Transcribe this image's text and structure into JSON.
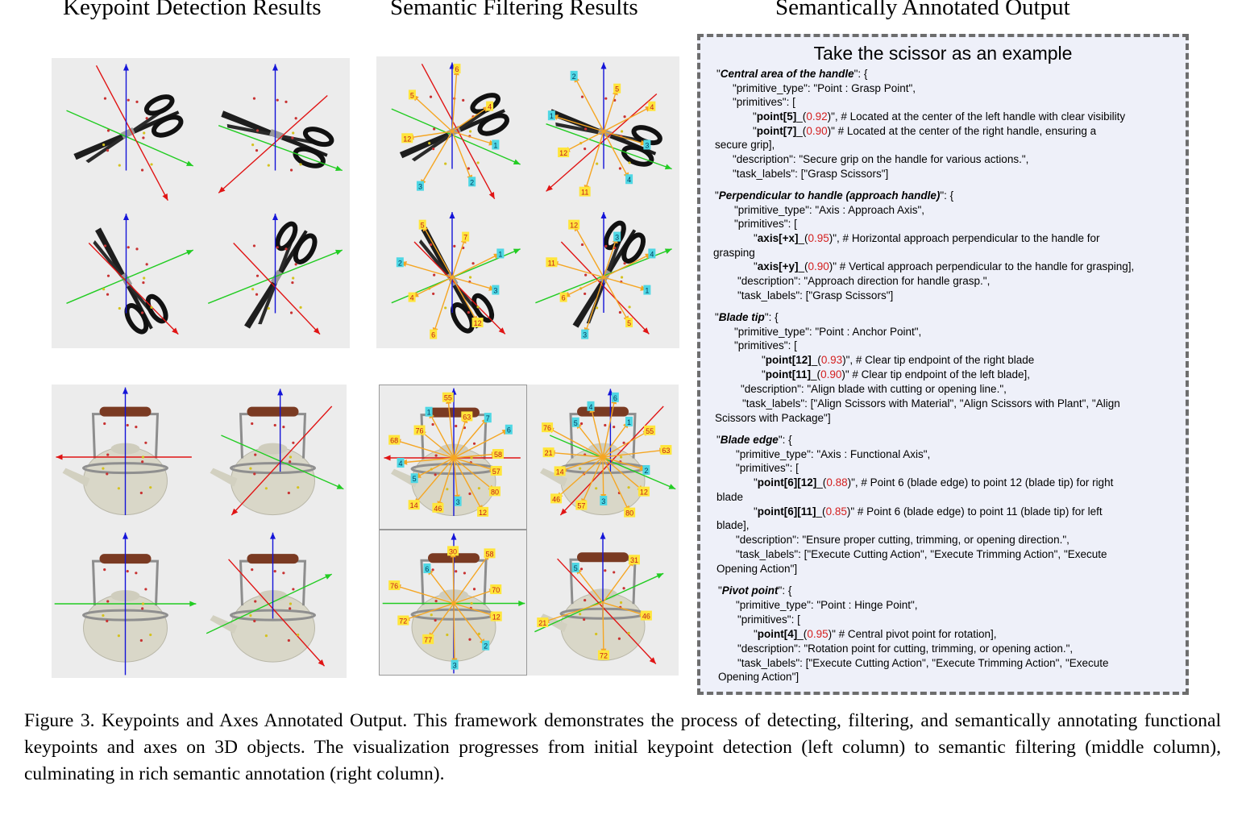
{
  "column_titles": {
    "left": "Keypoint Detection Results",
    "middle": "Semantic Filtering Results",
    "right": "Semantically Annotated Output"
  },
  "annotation": {
    "title": "Take the scissor as an example",
    "lines": [
      {
        "segs": [
          {
            "t": "\""
          },
          {
            "t": "Central area of the handle",
            "s": "key"
          },
          {
            "t": "\": {"
          }
        ]
      },
      {
        "segs": [
          {
            "t": "\"primitive_type\": \"Point : Grasp Point\","
          }
        ]
      },
      {
        "segs": [
          {
            "t": "\"primitives\": ["
          }
        ]
      },
      {
        "segs": [
          {
            "t": "\""
          },
          {
            "t": "point[5]",
            "s": "b"
          },
          {
            "t": "_("
          },
          {
            "t": "0.92",
            "s": "c"
          },
          {
            "t": ")\",  # Located at the center of the left handle with clear visibility"
          }
        ]
      },
      {
        "segs": [
          {
            "t": "\""
          },
          {
            "t": "point[7]",
            "s": "b"
          },
          {
            "t": "_("
          },
          {
            "t": "0.90",
            "s": "c"
          },
          {
            "t": ")\"   # Located at the center of the right handle, ensuring a"
          }
        ]
      },
      {
        "segs": [
          {
            "t": "secure grip],"
          }
        ]
      },
      {
        "segs": [
          {
            "t": "\"description\": \"Secure grip on the handle for various actions.\","
          }
        ]
      },
      {
        "segs": [
          {
            "t": "\"task_labels\": [\"Grasp Scissors\"]"
          }
        ]
      },
      {
        "segs": [
          {
            "t": "\""
          },
          {
            "t": "Perpendicular to handle (approach handle)",
            "s": "key"
          },
          {
            "t": "\": {"
          }
        ]
      },
      {
        "segs": [
          {
            "t": "\"primitive_type\": \"Axis : Approach Axis\","
          }
        ]
      },
      {
        "segs": [
          {
            "t": "\"primitives\": ["
          }
        ]
      },
      {
        "segs": [
          {
            "t": "\""
          },
          {
            "t": "axis[+x]",
            "s": "b"
          },
          {
            "t": "_("
          },
          {
            "t": "0.95",
            "s": "c"
          },
          {
            "t": ")\",  # Horizontal approach perpendicular to the handle for"
          }
        ]
      },
      {
        "segs": [
          {
            "t": "grasping"
          }
        ]
      },
      {
        "segs": [
          {
            "t": "\""
          },
          {
            "t": "axis[+y]",
            "s": "b"
          },
          {
            "t": "_("
          },
          {
            "t": "0.90",
            "s": "c"
          },
          {
            "t": ")\"   # Vertical approach perpendicular to the handle for grasping],"
          }
        ]
      },
      {
        "segs": [
          {
            "t": "\"description\": \"Approach direction for handle grasp.\","
          }
        ]
      },
      {
        "segs": [
          {
            "t": "\"task_labels\": [\"Grasp Scissors\"]"
          }
        ]
      },
      {
        "segs": [
          {
            "t": "\""
          },
          {
            "t": "Blade tip",
            "s": "key"
          },
          {
            "t": "\": {"
          }
        ]
      },
      {
        "segs": [
          {
            "t": "\"primitive_type\": \"Point : Anchor Point\","
          }
        ]
      },
      {
        "segs": [
          {
            "t": "\"primitives\": ["
          }
        ]
      },
      {
        "segs": [
          {
            "t": "\""
          },
          {
            "t": "point[12]",
            "s": "b"
          },
          {
            "t": "_("
          },
          {
            "t": "0.93",
            "s": "c"
          },
          {
            "t": ")\",  # Clear tip endpoint of the right blade"
          }
        ]
      },
      {
        "segs": [
          {
            "t": "\""
          },
          {
            "t": "point[11]",
            "s": "b"
          },
          {
            "t": "_("
          },
          {
            "t": "0.90",
            "s": "c"
          },
          {
            "t": ")\"   # Clear tip endpoint of the left blade],"
          }
        ]
      },
      {
        "segs": [
          {
            "t": "\"description\": \"Align blade with cutting or opening line.\","
          }
        ]
      },
      {
        "segs": [
          {
            "t": "\"task_labels\": [\"Align Scissors with Material\", \"Align Scissors with Plant\", \"Align"
          }
        ]
      },
      {
        "segs": [
          {
            "t": "Scissors with Package\"]"
          }
        ]
      },
      {
        "segs": [
          {
            "t": "\""
          },
          {
            "t": "Blade edge",
            "s": "key"
          },
          {
            "t": "\": {"
          }
        ]
      },
      {
        "segs": [
          {
            "t": "\"primitive_type\": \"Axis : Functional Axis\","
          }
        ]
      },
      {
        "segs": [
          {
            "t": "\"primitives\": ["
          }
        ]
      },
      {
        "segs": [
          {
            "t": "\""
          },
          {
            "t": "point[6][12]",
            "s": "b"
          },
          {
            "t": "_("
          },
          {
            "t": "0.88",
            "s": "c"
          },
          {
            "t": ")\",  # Point 6 (blade edge) to point 12 (blade tip) for right"
          }
        ]
      },
      {
        "segs": [
          {
            "t": "blade"
          }
        ]
      },
      {
        "segs": [
          {
            "t": "\""
          },
          {
            "t": "point[6][11]",
            "s": "b"
          },
          {
            "t": "_("
          },
          {
            "t": "0.85",
            "s": "c"
          },
          {
            "t": ")\"   # Point 6 (blade edge) to point 11 (blade tip) for left"
          }
        ]
      },
      {
        "segs": [
          {
            "t": "blade],"
          }
        ]
      },
      {
        "segs": [
          {
            "t": "\"description\": \"Ensure proper cutting, trimming, or opening direction.\","
          }
        ]
      },
      {
        "segs": [
          {
            "t": "\"task_labels\": [\"Execute Cutting Action\", \"Execute Trimming Action\", \"Execute"
          }
        ]
      },
      {
        "segs": [
          {
            "t": "Opening Action\"]"
          }
        ]
      },
      {
        "segs": [
          {
            "t": "\""
          },
          {
            "t": "Pivot point",
            "s": "key"
          },
          {
            "t": "\": {"
          }
        ]
      },
      {
        "segs": [
          {
            "t": "\"primitive_type\": \"Point : Hinge Point\","
          }
        ]
      },
      {
        "segs": [
          {
            "t": "\"primitives\": ["
          }
        ]
      },
      {
        "segs": [
          {
            "t": "\""
          },
          {
            "t": "point[4]",
            "s": "b"
          },
          {
            "t": "_("
          },
          {
            "t": "0.95",
            "s": "c"
          },
          {
            "t": ")\"  # Central pivot point for rotation],"
          }
        ]
      },
      {
        "segs": [
          {
            "t": "\"description\": \"Rotation point for cutting, trimming, or opening action.\","
          }
        ]
      },
      {
        "segs": [
          {
            "t": "\"task_labels\": [\"Execute Cutting Action\", \"Execute Trimming Action\", \"Execute"
          }
        ]
      },
      {
        "segs": [
          {
            "t": "Opening Action\"]"
          }
        ]
      }
    ]
  },
  "panel_labels": {
    "m_s1": [
      {
        "t": "1",
        "k": "c"
      },
      {
        "t": "2",
        "k": "c"
      },
      {
        "t": "3",
        "k": "c"
      },
      {
        "t": "12",
        "k": "y"
      },
      {
        "t": "5",
        "k": "y"
      },
      {
        "t": "6",
        "k": "y"
      },
      {
        "t": "4",
        "k": "y"
      }
    ],
    "m_s2": [
      {
        "t": "3",
        "k": "c"
      },
      {
        "t": "4",
        "k": "c"
      },
      {
        "t": "11",
        "k": "y"
      },
      {
        "t": "12",
        "k": "y"
      },
      {
        "t": "1",
        "k": "c"
      },
      {
        "t": "2",
        "k": "c"
      },
      {
        "t": "5",
        "k": "y"
      },
      {
        "t": "4",
        "k": "y"
      }
    ],
    "m_s3": [
      {
        "t": "3",
        "k": "c"
      },
      {
        "t": "12",
        "k": "y"
      },
      {
        "t": "6",
        "k": "y"
      },
      {
        "t": "4",
        "k": "y"
      },
      {
        "t": "2",
        "k": "c"
      },
      {
        "t": "5",
        "k": "y"
      },
      {
        "t": "7",
        "k": "y"
      },
      {
        "t": "1",
        "k": "c"
      }
    ],
    "m_s4": [
      {
        "t": "1",
        "k": "c"
      },
      {
        "t": "5",
        "k": "y"
      },
      {
        "t": "3",
        "k": "c"
      },
      {
        "t": "6",
        "k": "y"
      },
      {
        "t": "11",
        "k": "y"
      },
      {
        "t": "12",
        "k": "y"
      },
      {
        "t": "3",
        "k": "c"
      },
      {
        "t": "4",
        "k": "c"
      }
    ],
    "m_k1": [
      {
        "t": "57",
        "k": "y"
      },
      {
        "t": "80",
        "k": "y"
      },
      {
        "t": "12",
        "k": "y"
      },
      {
        "t": "3",
        "k": "c"
      },
      {
        "t": "46",
        "k": "y"
      },
      {
        "t": "14",
        "k": "y"
      },
      {
        "t": "5",
        "k": "c"
      },
      {
        "t": "4",
        "k": "c"
      },
      {
        "t": "68",
        "k": "y"
      },
      {
        "t": "76",
        "k": "y"
      },
      {
        "t": "1",
        "k": "c"
      },
      {
        "t": "55",
        "k": "y"
      },
      {
        "t": "63",
        "k": "y"
      },
      {
        "t": "7",
        "k": "c"
      },
      {
        "t": "6",
        "k": "c"
      },
      {
        "t": "58",
        "k": "y"
      }
    ],
    "m_k2": [
      {
        "t": "2",
        "k": "c"
      },
      {
        "t": "12",
        "k": "y"
      },
      {
        "t": "80",
        "k": "y"
      },
      {
        "t": "3",
        "k": "c"
      },
      {
        "t": "57",
        "k": "y"
      },
      {
        "t": "46",
        "k": "y"
      },
      {
        "t": "14",
        "k": "y"
      },
      {
        "t": "21",
        "k": "y"
      },
      {
        "t": "76",
        "k": "y"
      },
      {
        "t": "5",
        "k": "c"
      },
      {
        "t": "4",
        "k": "c"
      },
      {
        "t": "6",
        "k": "c"
      },
      {
        "t": "1",
        "k": "c"
      },
      {
        "t": "55",
        "k": "y"
      },
      {
        "t": "63",
        "k": "y"
      }
    ],
    "m_k3": [
      {
        "t": "12",
        "k": "y"
      },
      {
        "t": "2",
        "k": "c"
      },
      {
        "t": "3",
        "k": "c"
      },
      {
        "t": "77",
        "k": "y"
      },
      {
        "t": "72",
        "k": "y"
      },
      {
        "t": "76",
        "k": "y"
      },
      {
        "t": "6",
        "k": "c"
      },
      {
        "t": "30",
        "k": "y"
      },
      {
        "t": "58",
        "k": "y"
      },
      {
        "t": "70",
        "k": "y"
      }
    ],
    "m_k4": [
      {
        "t": "46",
        "k": "y"
      },
      {
        "t": "72",
        "k": "y"
      },
      {
        "t": "21",
        "k": "y"
      },
      {
        "t": "5",
        "k": "c"
      },
      {
        "t": "31",
        "k": "y"
      }
    ]
  },
  "caption": "Figure 3.  Keypoints and Axes Annotated Output.  This framework demonstrates the process of detecting, filtering, and semantically annotating functional keypoints and axes on 3D objects.  The visualization progresses from initial keypoint detection (left column) to semantic filtering (middle column), culminating in rich semantic annotation (right column).",
  "colors": {
    "panel_bg": "#ececec",
    "axis_x": "#e01414",
    "axis_y": "#22cc22",
    "axis_z": "#1414d8",
    "label_yellow": "#ffe53b",
    "label_cyan": "#4fd7e4",
    "arrow_orange": "#f5a623",
    "confidence_red": "#d42020",
    "box_bg": "#eef0f9"
  },
  "icons": {
    "scissors": "scissors-render",
    "kettle": "kettle-render"
  }
}
